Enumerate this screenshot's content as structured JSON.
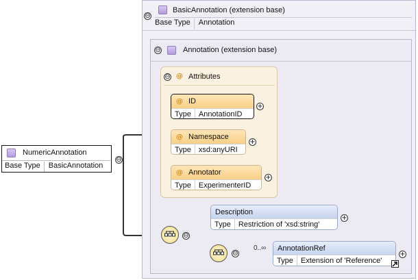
{
  "basic_annotation": {
    "title": "BasicAnnotation (extension base)",
    "type_key": "Base Type",
    "type_value": "Annotation",
    "collapse_symbol": "⊖"
  },
  "annotation": {
    "title": "Annotation (extension base)",
    "collapse_symbol": "⊖"
  },
  "attributes_group": {
    "at_symbol": "@",
    "title": "Attributes",
    "collapse_symbol": "⊖",
    "items": [
      {
        "name": "ID",
        "type_key": "Type",
        "type_value": "AnnotationID"
      },
      {
        "name": "Namespace",
        "type_key": "Type",
        "type_value": "xsd:anyURI"
      },
      {
        "name": "Annotator",
        "type_key": "Type",
        "type_value": "ExperimenterID"
      }
    ],
    "expand_symbol": "+"
  },
  "root_element": {
    "title": "NumericAnnotation",
    "type_key": "Base Type",
    "type_value": "BasicAnnotation",
    "collapse_symbol": "⊖"
  },
  "description": {
    "title": "Description",
    "type_key": "Type",
    "type_value": "Restriction of 'xsd:string'",
    "expand_symbol": "+"
  },
  "annotation_ref": {
    "title": "AnnotationRef",
    "type_key": "Type",
    "type_value": "Extension of 'Reference'",
    "cardinality": "0..∞",
    "expand_symbol": "+"
  },
  "colors": {
    "panel_bg": "#f1f0f7",
    "attr_header": "#f8cf86",
    "element_header": "#c6d4ef",
    "connector": "#333333"
  }
}
